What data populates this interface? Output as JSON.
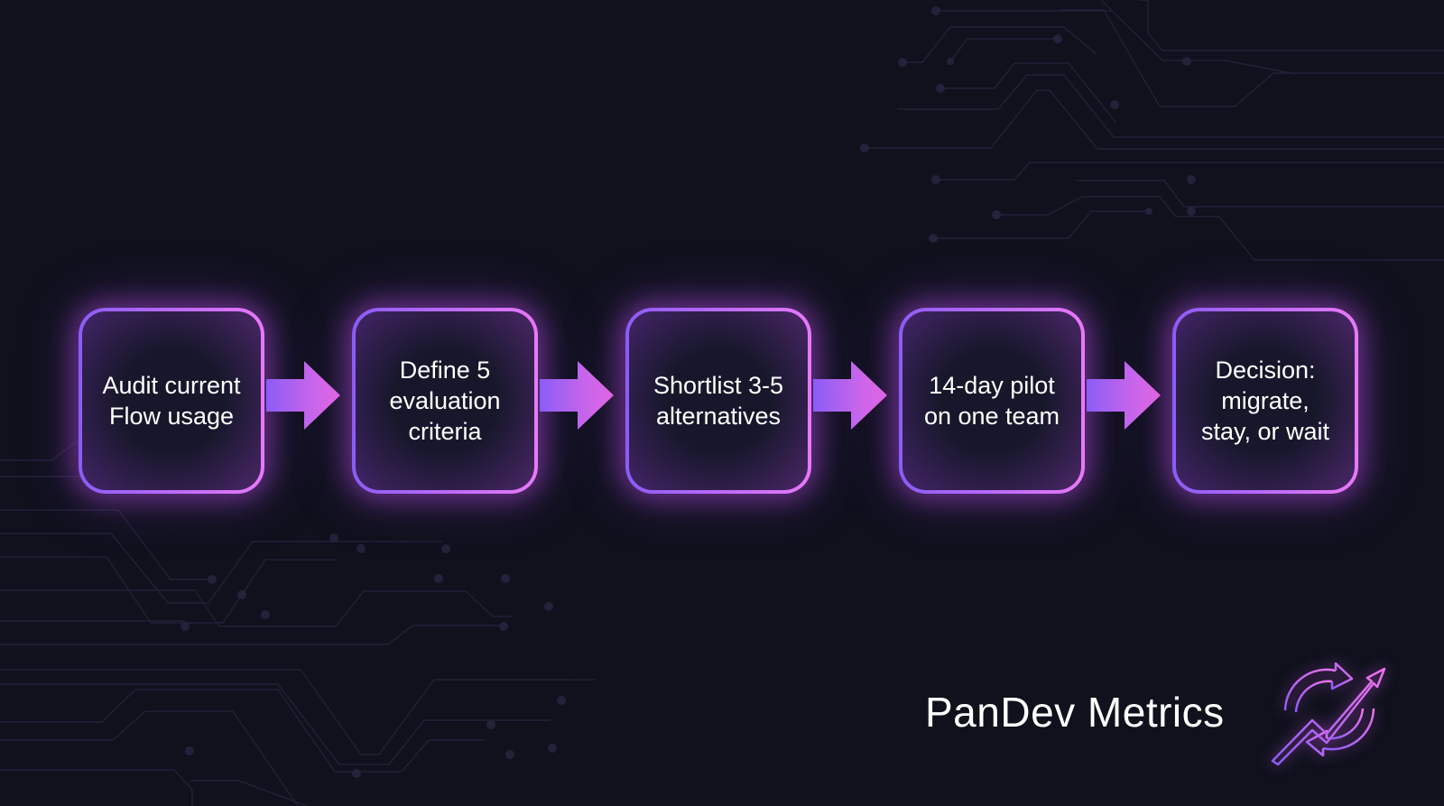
{
  "diagram": {
    "type": "flowchart",
    "direction": "left-to-right",
    "steps": [
      {
        "label": "Audit current\nFlow usage"
      },
      {
        "label": "Define 5\nevaluation\ncriteria"
      },
      {
        "label": "Shortlist 3-5\nalternatives"
      },
      {
        "label": "14-day pilot\non one team"
      },
      {
        "label": "Decision:\nmigrate,\nstay, or wait"
      }
    ],
    "connectors": [
      "arrow",
      "arrow",
      "arrow",
      "arrow"
    ]
  },
  "brand": {
    "name": "PanDev Metrics",
    "logo_icon": "refresh-trend-arrow-icon"
  },
  "colors": {
    "background": "#0f111c",
    "gradient_start": "#8b5cf6",
    "gradient_end": "#e879f9",
    "text": "#ffffff"
  }
}
